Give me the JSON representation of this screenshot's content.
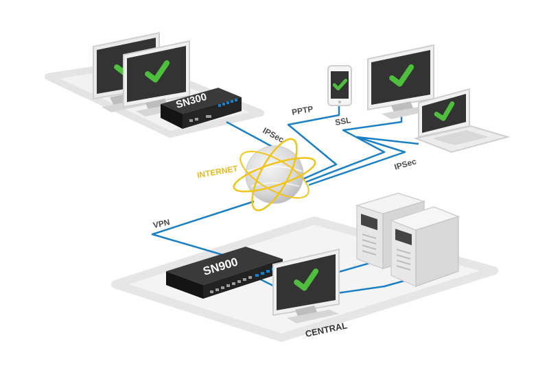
{
  "labels": {
    "internet": "INTERNET",
    "central": "CENTRAL",
    "ipsec_top": "IPSec",
    "ipsec_right": "IPSec",
    "pptp": "PPTP",
    "ssl": "SSL",
    "vpn": "VPN"
  },
  "devices": {
    "branch_appliance": "SN300",
    "central_appliance": "SN900"
  },
  "colors": {
    "link": "#1a7fc4",
    "internet_label": "#e7b924",
    "orbit": "#f0c419",
    "check": "#4fbe3f",
    "screen": "#333333",
    "platform_edge": "#e9e9e9",
    "appliance": "#1e1e1e"
  },
  "icons": {
    "globe": "globe-icon",
    "monitor": "monitor-icon",
    "check": "checkmark-icon",
    "tablet": "tablet-icon",
    "laptop": "laptop-icon",
    "server": "server-icon"
  }
}
